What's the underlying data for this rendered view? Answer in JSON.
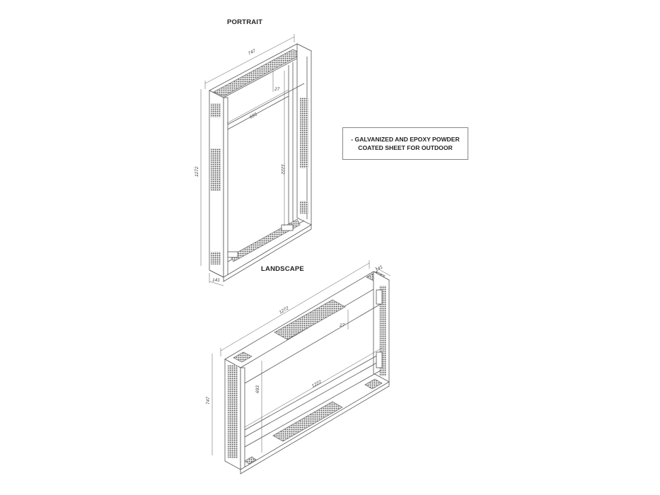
{
  "portrait": {
    "title": "PORTRAIT",
    "dimensions": {
      "top_length": "747",
      "inner_height": "1222",
      "outer_height": "1272",
      "inner_width": "693",
      "depth_offset": "27",
      "depth": "141"
    }
  },
  "landscape": {
    "title": "LANDSCAPE",
    "dimensions": {
      "top_length": "1272",
      "depth": "141",
      "depth_offset": "27",
      "inner_length": "1222",
      "inner_height": "693",
      "outer_height": "747"
    }
  },
  "note": {
    "line1": "- GALVANIZED AND EPOXY POWDER",
    "line2": "COATED SHEET FOR OUTDOOR"
  },
  "colors": {
    "line": "#555555",
    "mesh": "#6a6a6a",
    "background": "#ffffff"
  }
}
